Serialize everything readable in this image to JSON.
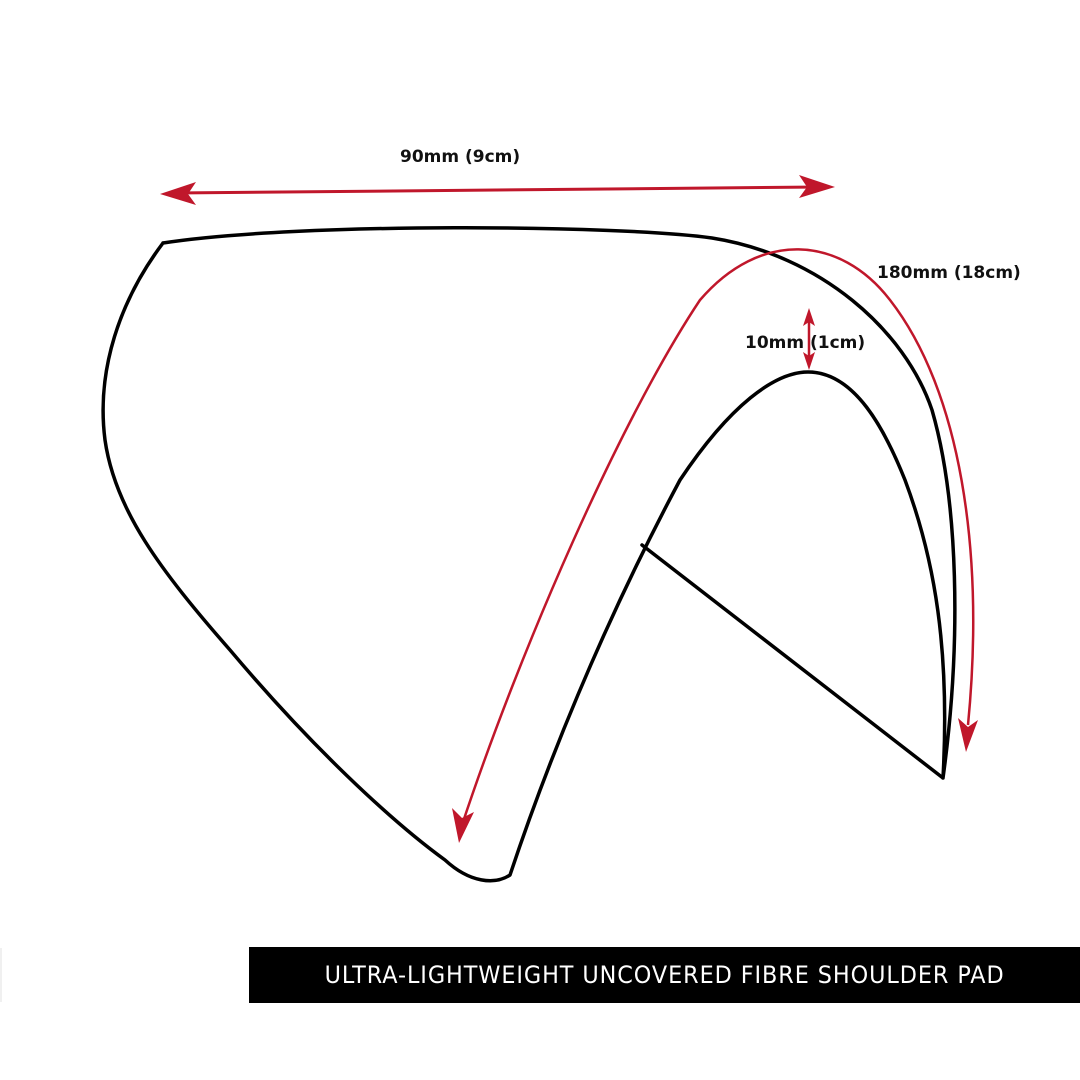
{
  "diagram": {
    "subject": "shoulder-pad-outline",
    "colors": {
      "outline": "#000000",
      "dimension": "#c0172b",
      "background": "#ffffff",
      "banner_bg": "#000000",
      "banner_text": "#ffffff"
    },
    "dimensions": {
      "width": {
        "label": "90mm (9cm)",
        "value_mm": 90,
        "value_cm": 9
      },
      "length": {
        "label": "180mm (18cm)",
        "value_mm": 180,
        "value_cm": 18
      },
      "thickness": {
        "label": "10mm (1cm)",
        "value_mm": 10,
        "value_cm": 1
      }
    }
  },
  "banner": {
    "title": "ULTRA-LIGHTWEIGHT UNCOVERED FIBRE SHOULDER PAD"
  }
}
